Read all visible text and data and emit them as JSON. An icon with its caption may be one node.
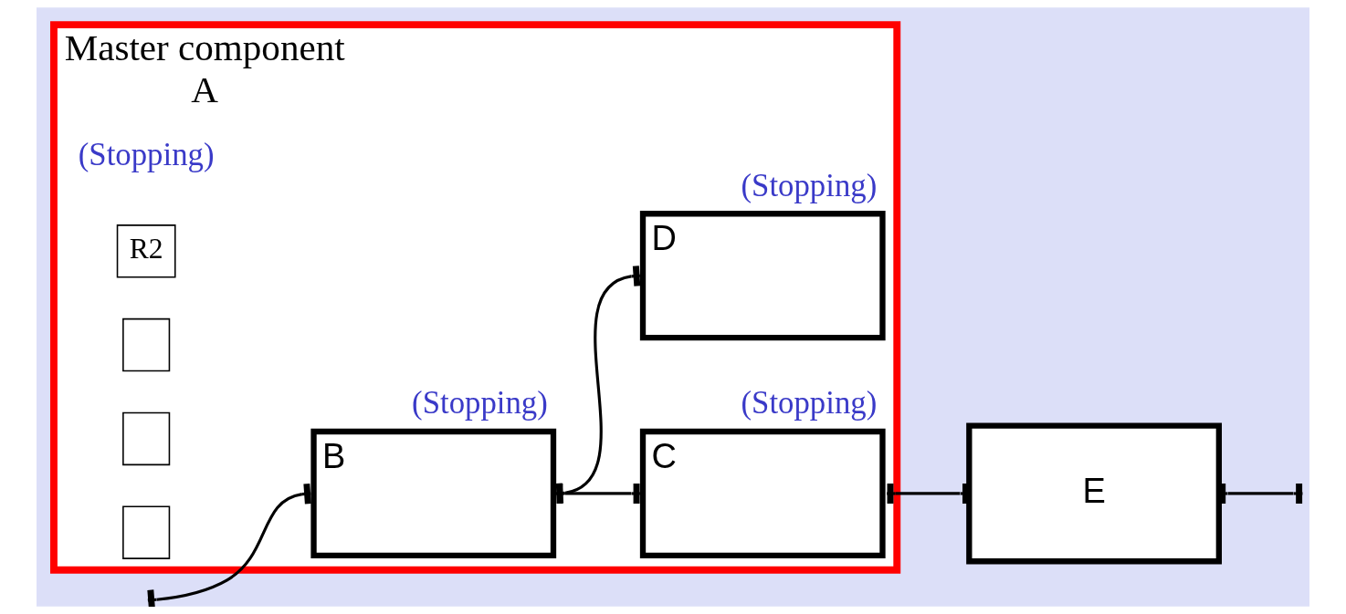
{
  "diagram": {
    "nodes": [
      {
        "text": [
          "Master component",
          "A"
        ],
        "beside": [
          "(Stopping)"
        ]
      },
      {
        "text": [
          "R2"
        ],
        "in": 0
      },
      {
        "text": [],
        "shape": "box",
        "in": 0
      },
      {
        "text": [],
        "shape": "box",
        "in": 0
      },
      {
        "text": [],
        "shape": "box",
        "in": 0
      },
      {
        "text": [
          "B"
        ],
        "beside": [
          "(Stopping)"
        ],
        "in": 0
      },
      {
        "text": [
          "C"
        ],
        "beside": [
          "(Stopping)"
        ],
        "in": 0
      },
      {
        "text": [
          "D"
        ],
        "beside": [
          "(Stopping)"
        ],
        "in": 0
      },
      {
        "text": [
          "E"
        ]
      }
    ],
    "edges": [
      {
        "from": null,
        "to": 5,
        "arrow": "other"
      },
      {
        "from": 5,
        "to": 6,
        "arrow": "other"
      },
      {
        "from": 5,
        "to": 7,
        "arrow": "other"
      },
      {
        "from": 6,
        "to": 8,
        "arrow": "other"
      },
      {
        "from": 8,
        "to": null,
        "arrow": "other"
      }
    ]
  }
}
